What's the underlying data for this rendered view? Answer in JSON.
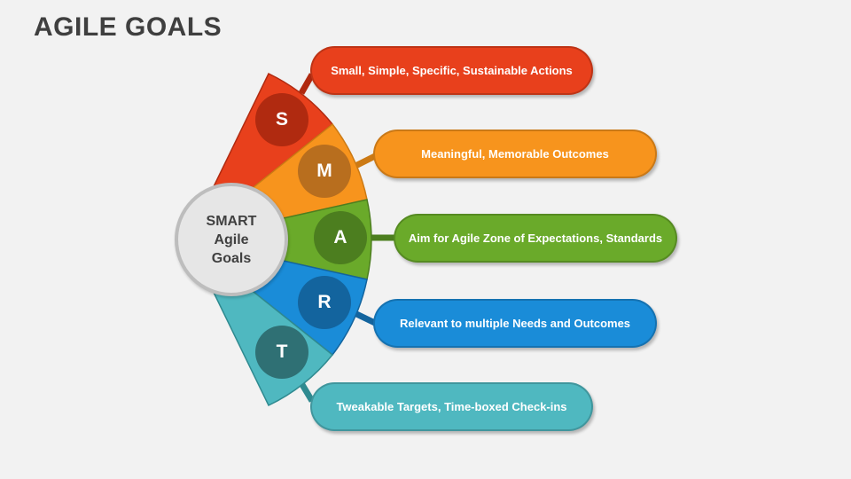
{
  "title": "AGILE GOALS",
  "center": {
    "line1": "SMART",
    "line2": "Agile",
    "line3": "Goals"
  },
  "segments": [
    {
      "letter": "S",
      "text": "Small, Simple, Specific, Sustainable Actions",
      "color": "#e8401c",
      "dark": "#b02a10"
    },
    {
      "letter": "M",
      "text": "Meaningful, Memorable Outcomes",
      "color": "#f7941d",
      "dark": "#b86e1e"
    },
    {
      "letter": "A",
      "text": "Aim for Agile Zone of Expectations, Standards",
      "color": "#6aaa2a",
      "dark": "#4c7e1f"
    },
    {
      "letter": "R",
      "text": "Relevant to multiple Needs and Outcomes",
      "color": "#1a8cd8",
      "dark": "#13649e"
    },
    {
      "letter": "T",
      "text": "Tweakable Targets, Time-boxed Check-ins",
      "color": "#4fb8c0",
      "dark": "#2f7074"
    }
  ]
}
